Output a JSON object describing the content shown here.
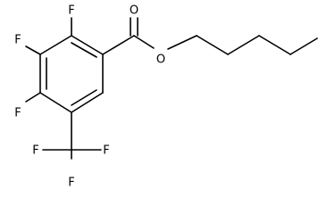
{
  "molecule": {
    "atoms": {
      "f_ortho": "F",
      "f_meta": "F",
      "f_para": "F",
      "o_carbonyl": "O",
      "o_ester": "O",
      "cf3_f_left": "F",
      "cf3_f_right": "F",
      "cf3_f_bottom": "F"
    }
  },
  "colors": {
    "bond": "#000000",
    "label": "#000000",
    "background": "#ffffff"
  }
}
